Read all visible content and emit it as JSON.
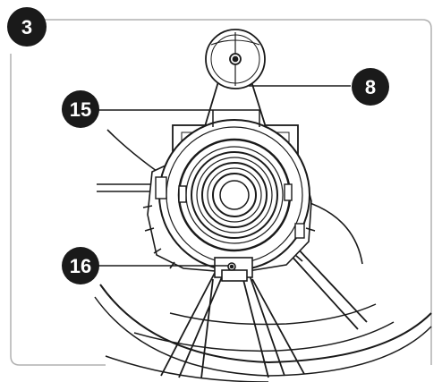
{
  "step": {
    "number": "3"
  },
  "callouts": [
    {
      "id": "motor-callout",
      "label": "8"
    },
    {
      "id": "screws-callout",
      "label": "15"
    },
    {
      "id": "bottom-screw-callout",
      "label": "16"
    }
  ],
  "colors": {
    "line": "#1a1a1a",
    "badge": "#1a1a1a",
    "frame": "#b0b0b0",
    "badge_text": "#ffffff"
  }
}
